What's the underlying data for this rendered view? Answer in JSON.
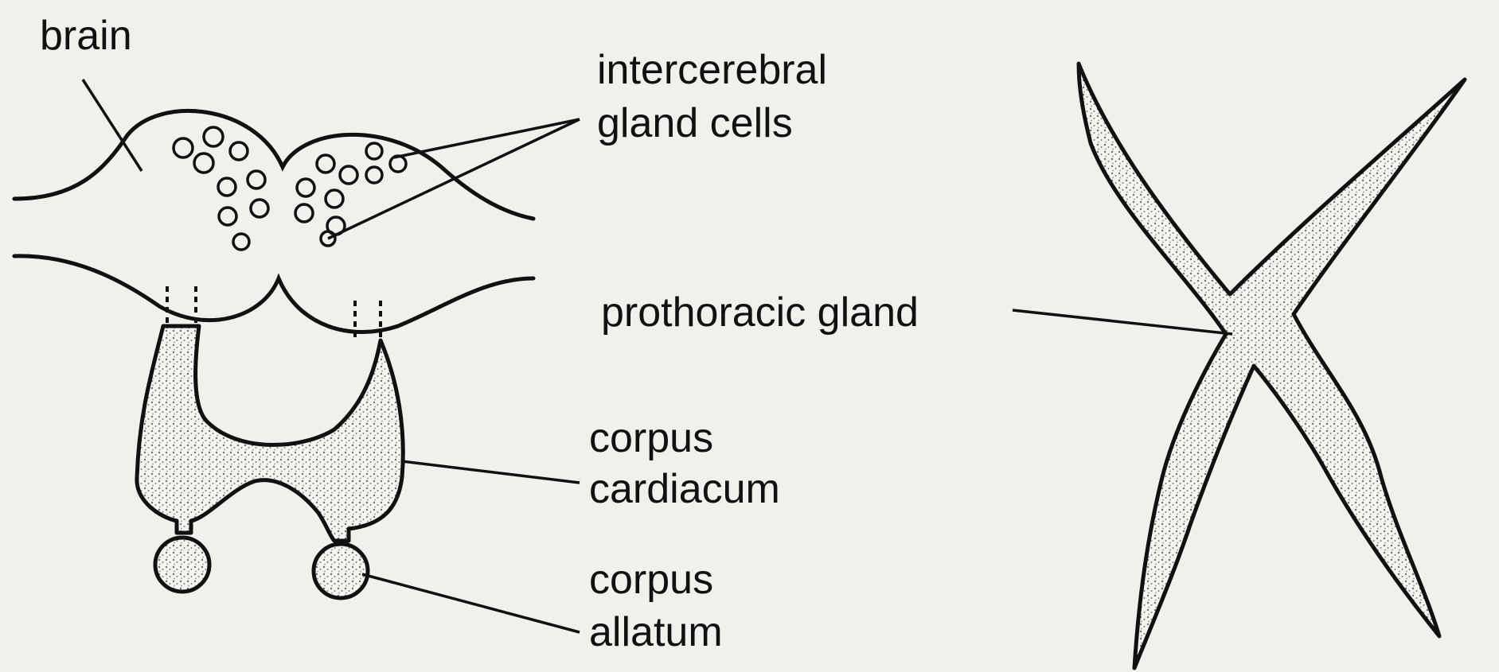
{
  "labels": {
    "brain": "brain",
    "intercerebral_line1": "intercerebral",
    "intercerebral_line2": "gland cells",
    "prothoracic": "prothoracic gland",
    "cardiacum_line1": "corpus",
    "cardiacum_line2": "cardiacum",
    "allatum_line1": "corpus",
    "allatum_line2": "allatum"
  },
  "colors": {
    "background": "#f1f0ed",
    "ink": "#111111",
    "stipple": "#6f6f6f"
  }
}
